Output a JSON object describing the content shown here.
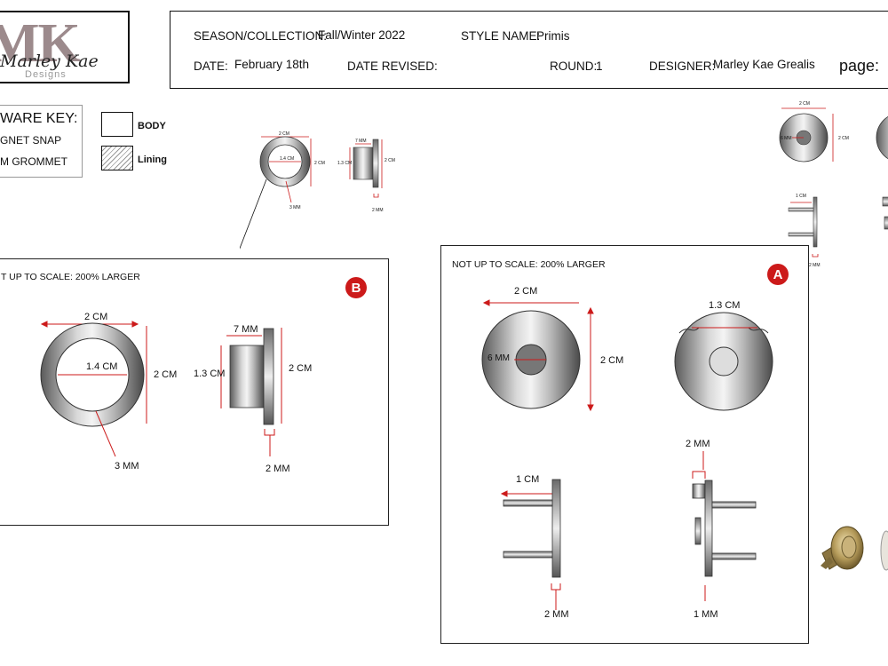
{
  "logo": {
    "monogram": "MK",
    "script": "Marley Kae",
    "sub": "Designs"
  },
  "header": {
    "season_label": "SEASON/COLLECTION:",
    "season_value": "Fall/Winter 2022",
    "style_label": "STYLE NAME:",
    "style_value": "Primis",
    "date_label": "DATE:",
    "date_value": "February 18th",
    "revised_label": "DATE REVISED:",
    "round_label": "ROUND:",
    "round_value": "1",
    "designer_label": "DESIGNER:",
    "designer_value": "Marley Kae Grealis",
    "page_label": "page:"
  },
  "key": {
    "title": "WARE KEY:",
    "items": [
      "GNET SNAP",
      "M GROMMET"
    ],
    "body_label": "BODY",
    "lining_label": "Lining"
  },
  "panel_b": {
    "note": "T UP TO SCALE: 200% LARGER",
    "badge": "B",
    "dims": {
      "outer_width": "2 CM",
      "inner_width": "1.4  CM",
      "outer_height": "2 CM",
      "ring_width": "3 MM",
      "side_depth": "7 MM",
      "side_height": "1.3 CM",
      "side_total": "2 CM",
      "side_thickness": "2 MM"
    }
  },
  "panel_a": {
    "note": "NOT UP TO SCALE: 200% LARGER",
    "badge": "A",
    "dims": {
      "disc_width": "2 CM",
      "hole": "6 MM",
      "disc_height": "2 CM",
      "back_width": "1.3 CM",
      "prong_length": "1 CM",
      "plate_thickness": "2 MM",
      "cap_thickness": "2 MM",
      "base_thickness": "1 MM"
    }
  },
  "small_grommet": {
    "outer_width": "2 CM",
    "inner_width": "1.4 CM",
    "height": "2 CM",
    "ring_width": "3 MM",
    "side_depth": "7 MM",
    "side_height": "1.3 CM",
    "side_total": "2 CM",
    "side_thickness": "2 MM"
  },
  "small_snap": {
    "width": "2 CM",
    "hole": "6 MM",
    "height": "2 CM",
    "prong": "1 CM",
    "thickness": "2 MM"
  },
  "colors": {
    "dimension_line": "#cc1a1a",
    "badge": "#cc1a1a",
    "metal_dark": "#555555",
    "metal_light": "#f2f2f2"
  }
}
